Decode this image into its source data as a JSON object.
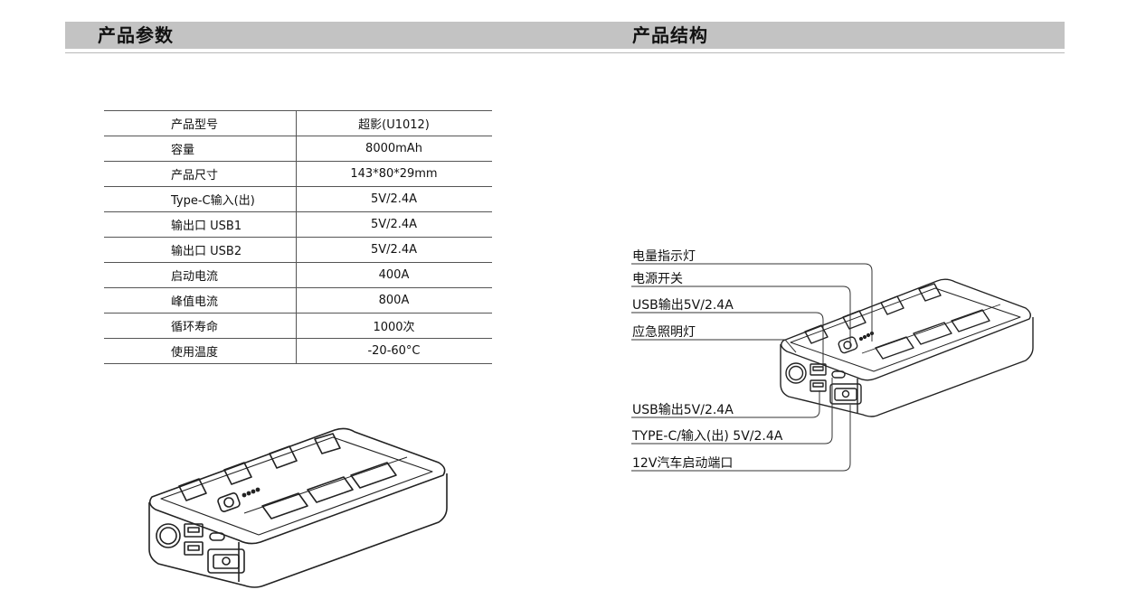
{
  "sections": {
    "params_title": "产品参数",
    "structure_title": "产品结构"
  },
  "spec_table": [
    {
      "label": "产品型号",
      "value": "超影(U1012)"
    },
    {
      "label": "容量",
      "value": "8000mAh"
    },
    {
      "label": "产品尺寸",
      "value": "143*80*29mm"
    },
    {
      "label": "Type-C输入(出)",
      "value": "5V/2.4A"
    },
    {
      "label": "输出口 USB1",
      "value": "5V/2.4A"
    },
    {
      "label": "输出口 USB2",
      "value": "5V/2.4A"
    },
    {
      "label": "启动电流",
      "value": "400A"
    },
    {
      "label": "峰值电流",
      "value": "800A"
    },
    {
      "label": "循环寿命",
      "value": "1000次"
    },
    {
      "label": "使用温度",
      "value": "-20-60°C"
    }
  ],
  "callouts": {
    "battery_indicator": "电量指示灯",
    "power_switch": "电源开关",
    "usb_output_1": "USB输出5V/2.4A",
    "emergency_light": "应急照明灯",
    "usb_output_2": "USB输出5V/2.4A",
    "typec_port": "TYPE-C/输入(出) 5V/2.4A",
    "car_start_port": "12V汽车启动端口"
  }
}
